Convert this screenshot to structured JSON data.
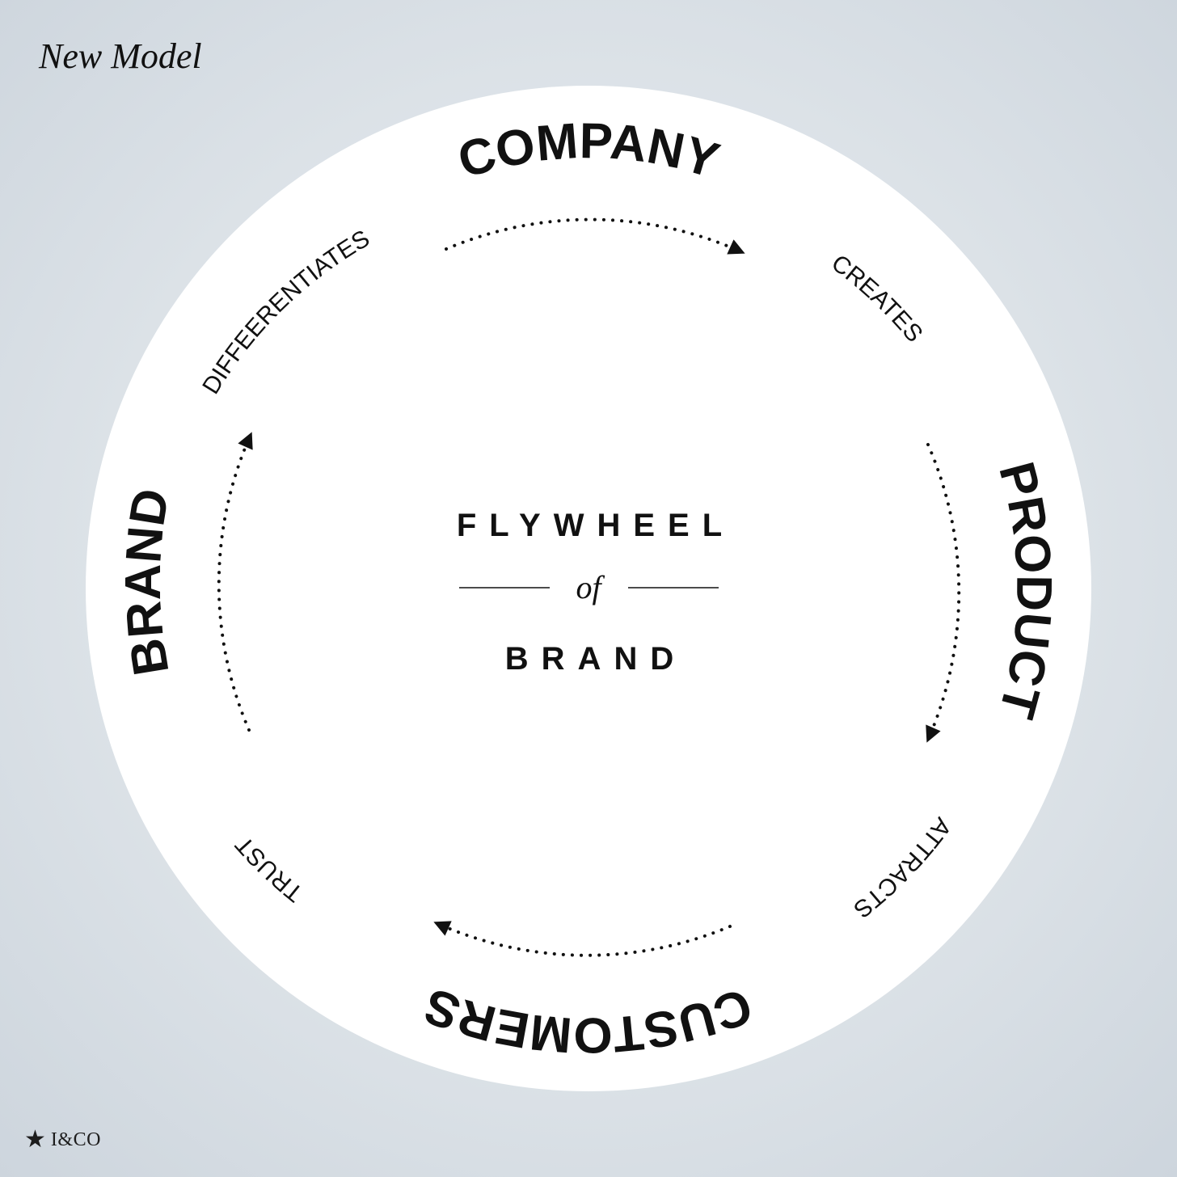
{
  "header": {
    "title": "New Model"
  },
  "diagram": {
    "center": {
      "line1": "FLYWHEEL",
      "connector": "of",
      "line2": "BRAND"
    },
    "nodes": {
      "top": "COMPANY",
      "right": "PRODUCT",
      "bottom": "CUSTOMERS",
      "left": "BRAND"
    },
    "verbs": {
      "top_right": "CREATES",
      "bottom_right": "ATTRACTS",
      "bottom_left": "TRUST",
      "top_left": "DIFFEERENTIATES"
    }
  },
  "footer": {
    "logo_icon": "star-icon",
    "logo_text": "I&CO"
  },
  "colors": {
    "background": "#dde3e8",
    "circle": "#ffffff",
    "ink": "#111111"
  }
}
